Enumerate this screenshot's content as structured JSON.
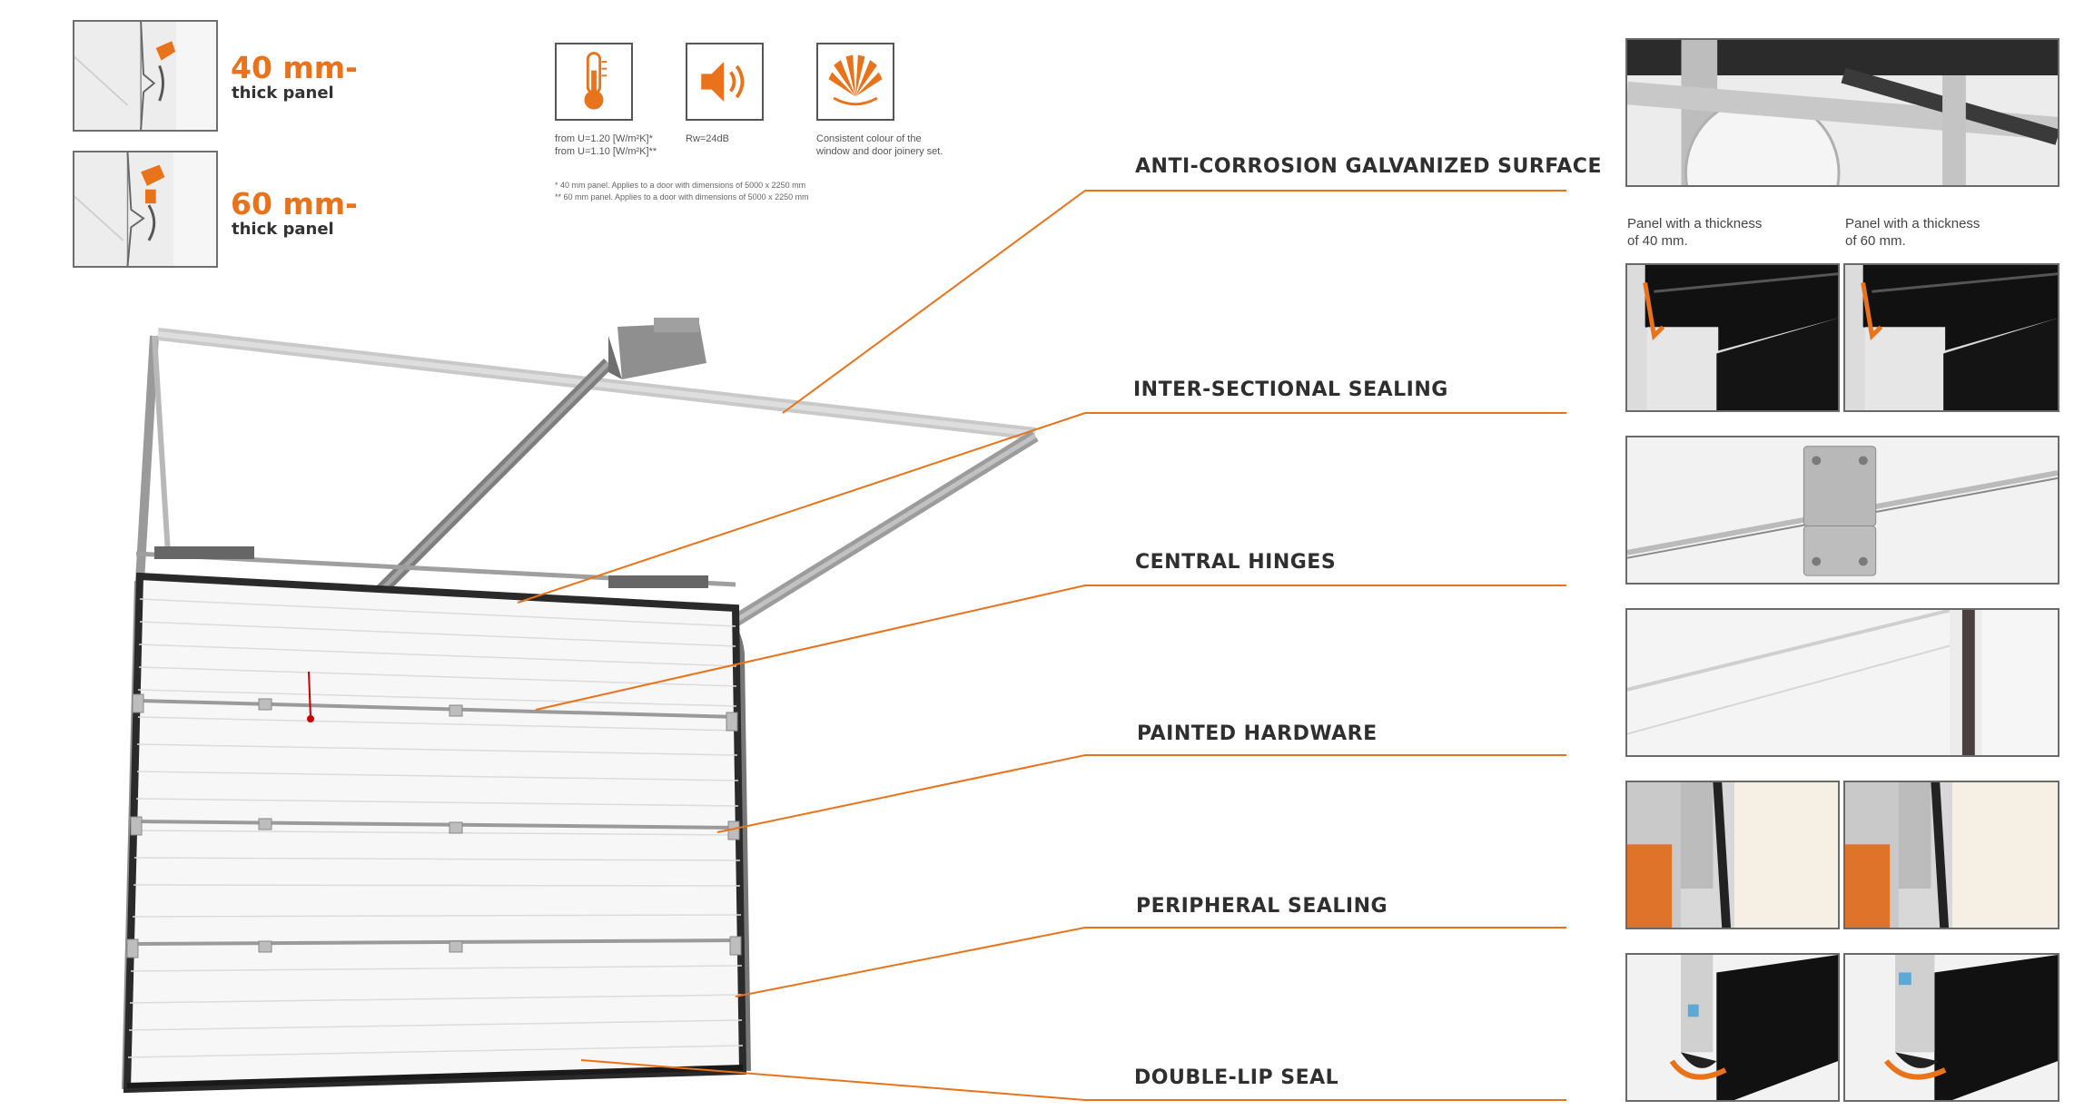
{
  "panels": {
    "p40": {
      "value": "40 mm-",
      "sub": "thick panel"
    },
    "p60": {
      "value": "60 mm-",
      "sub": "thick panel"
    }
  },
  "specs": [
    {
      "icon": "thermometer-icon",
      "lines": [
        "from U=1.20 [W/m²K]*",
        "from U=1.10 [W/m²K]**"
      ]
    },
    {
      "icon": "speaker-icon",
      "lines": [
        "Rw=24dB"
      ]
    },
    {
      "icon": "fan-color-icon",
      "lines": [
        "Consistent colour of the",
        "window and door joinery set."
      ]
    }
  ],
  "notes": [
    "* 40 mm panel. Applies to a door with dimensions of 5000 x 2250 mm",
    "** 60 mm panel. Applies to a door with dimensions of 5000 x 2250 mm"
  ],
  "features": [
    "ANTI-CORROSION GALVANIZED SURFACE",
    "INTER-SECTIONAL SEALING",
    "CENTRAL HINGES",
    "PAINTED HARDWARE",
    "PERIPHERAL SEALING",
    "DOUBLE-LIP SEAL"
  ],
  "captions": {
    "c40": [
      "Panel with a thickness",
      "of 40 mm."
    ],
    "c60": [
      "Panel with a thickness",
      "of 60 mm."
    ]
  },
  "colors": {
    "accent": "#e8731a",
    "dark": "#2f2f2f",
    "frame": "#6a6a6a"
  }
}
